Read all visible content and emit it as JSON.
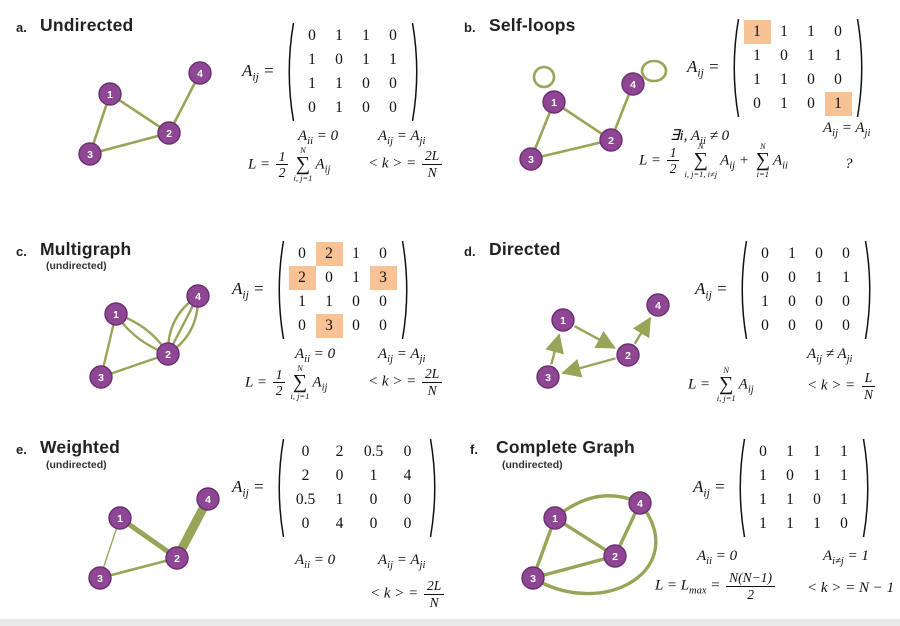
{
  "colors": {
    "node_fill": "#8f4694",
    "node_stroke": "#6b2f70",
    "edge": "#96a557",
    "highlight": "#f9c294",
    "title": "#222222",
    "math": "#111111"
  },
  "node_labels": [
    "1",
    "2",
    "3",
    "4"
  ],
  "matrix_label_tokens": [
    {
      "t": "txt",
      "v": "A"
    },
    {
      "t": "sub",
      "v": "ij"
    },
    {
      "t": "txt",
      "v": " ="
    }
  ],
  "panels": [
    {
      "letter": "a.",
      "title": "Undirected",
      "subtitle": "",
      "matrix": [
        [
          "0",
          "1",
          "1",
          "0"
        ],
        [
          "1",
          "0",
          "1",
          "1"
        ],
        [
          "1",
          "1",
          "0",
          "0"
        ],
        [
          "0",
          "1",
          "0",
          "0"
        ]
      ],
      "highlights": [],
      "eqs": [
        [
          {
            "t": "txt",
            "v": "A"
          },
          {
            "t": "sub",
            "v": "ii"
          },
          {
            "t": "txt",
            "v": " = 0"
          }
        ],
        [
          {
            "t": "txt",
            "v": "A"
          },
          {
            "t": "sub",
            "v": "ij"
          },
          {
            "t": "txt",
            "v": " = A"
          },
          {
            "t": "sub",
            "v": "ji"
          }
        ],
        [
          {
            "t": "txt",
            "v": "L = "
          },
          {
            "t": "frac",
            "n": "1",
            "d": "2"
          },
          {
            "t": "sum",
            "s": "∑",
            "a": "N",
            "b": "i, j=1"
          },
          {
            "t": "txt",
            "v": "A"
          },
          {
            "t": "sub",
            "v": "ij"
          }
        ],
        [
          {
            "t": "txt",
            "v": "< k > = "
          },
          {
            "t": "frac",
            "n": "2L",
            "d": "N"
          }
        ]
      ]
    },
    {
      "letter": "b.",
      "title": "Self-loops",
      "subtitle": "",
      "matrix": [
        [
          "1",
          "1",
          "1",
          "0"
        ],
        [
          "1",
          "0",
          "1",
          "1"
        ],
        [
          "1",
          "1",
          "0",
          "0"
        ],
        [
          "0",
          "1",
          "0",
          "1"
        ]
      ],
      "highlights": [
        [
          0,
          0
        ],
        [
          3,
          3
        ]
      ],
      "eqs": [
        [
          {
            "t": "txt",
            "v": "∃i, A"
          },
          {
            "t": "sub",
            "v": "ii"
          },
          {
            "t": "txt",
            "v": " ≠ 0"
          }
        ],
        [
          {
            "t": "txt",
            "v": "A"
          },
          {
            "t": "sub",
            "v": "ij"
          },
          {
            "t": "txt",
            "v": " = A"
          },
          {
            "t": "sub",
            "v": "ji"
          }
        ],
        [
          {
            "t": "txt",
            "v": "L = "
          },
          {
            "t": "frac",
            "n": "1",
            "d": "2"
          },
          {
            "t": "sum",
            "s": "∑",
            "a": "N",
            "b": "i, j=1, i≠j"
          },
          {
            "t": "txt",
            "v": "A"
          },
          {
            "t": "sub",
            "v": "ij"
          },
          {
            "t": "txt",
            "v": " + "
          },
          {
            "t": "sum",
            "s": "∑",
            "a": "N",
            "b": "i=1"
          },
          {
            "t": "txt",
            "v": "A"
          },
          {
            "t": "sub",
            "v": "ii"
          }
        ],
        [
          {
            "t": "txt",
            "v": "?"
          }
        ]
      ]
    },
    {
      "letter": "c.",
      "title": "Multigraph",
      "subtitle": "(undirected)",
      "matrix": [
        [
          "0",
          "2",
          "1",
          "0"
        ],
        [
          "2",
          "0",
          "1",
          "3"
        ],
        [
          "1",
          "1",
          "0",
          "0"
        ],
        [
          "0",
          "3",
          "0",
          "0"
        ]
      ],
      "highlights": [
        [
          0,
          1
        ],
        [
          1,
          0
        ],
        [
          1,
          3
        ],
        [
          3,
          1
        ]
      ],
      "eqs": [
        [
          {
            "t": "txt",
            "v": "A"
          },
          {
            "t": "sub",
            "v": "ii"
          },
          {
            "t": "txt",
            "v": " = 0"
          }
        ],
        [
          {
            "t": "txt",
            "v": "A"
          },
          {
            "t": "sub",
            "v": "ij"
          },
          {
            "t": "txt",
            "v": " = A"
          },
          {
            "t": "sub",
            "v": "ji"
          }
        ],
        [
          {
            "t": "txt",
            "v": "L = "
          },
          {
            "t": "frac",
            "n": "1",
            "d": "2"
          },
          {
            "t": "sum",
            "s": "∑",
            "a": "N",
            "b": "i, j=1"
          },
          {
            "t": "txt",
            "v": "A"
          },
          {
            "t": "sub",
            "v": "ij"
          }
        ],
        [
          {
            "t": "txt",
            "v": "< k > = "
          },
          {
            "t": "frac",
            "n": "2L",
            "d": "N"
          }
        ]
      ]
    },
    {
      "letter": "d.",
      "title": "Directed",
      "subtitle": "",
      "matrix": [
        [
          "0",
          "1",
          "0",
          "0"
        ],
        [
          "0",
          "0",
          "1",
          "1"
        ],
        [
          "1",
          "0",
          "0",
          "0"
        ],
        [
          "0",
          "0",
          "0",
          "0"
        ]
      ],
      "highlights": [],
      "eqs": [
        [
          {
            "t": "txt",
            "v": "A"
          },
          {
            "t": "sub",
            "v": "ij"
          },
          {
            "t": "txt",
            "v": " ≠ A"
          },
          {
            "t": "sub",
            "v": "ji"
          }
        ],
        [
          {
            "t": "txt",
            "v": "L = "
          },
          {
            "t": "sum",
            "s": "∑",
            "a": "N",
            "b": "i, j=1"
          },
          {
            "t": "txt",
            "v": "A"
          },
          {
            "t": "sub",
            "v": "ij"
          }
        ],
        [
          {
            "t": "txt",
            "v": "< k > = "
          },
          {
            "t": "frac",
            "n": "L",
            "d": "N"
          }
        ]
      ]
    },
    {
      "letter": "e.",
      "title": "Weighted",
      "subtitle": "(undirected)",
      "matrix": [
        [
          "0",
          "2",
          "0.5",
          "0"
        ],
        [
          "2",
          "0",
          "1",
          "4"
        ],
        [
          "0.5",
          "1",
          "0",
          "0"
        ],
        [
          "0",
          "4",
          "0",
          "0"
        ]
      ],
      "highlights": [],
      "eqs": [
        [
          {
            "t": "txt",
            "v": "A"
          },
          {
            "t": "sub",
            "v": "ii"
          },
          {
            "t": "txt",
            "v": " = 0"
          }
        ],
        [
          {
            "t": "txt",
            "v": "A"
          },
          {
            "t": "sub",
            "v": "ij"
          },
          {
            "t": "txt",
            "v": " = A"
          },
          {
            "t": "sub",
            "v": "ji"
          }
        ],
        [
          {
            "t": "txt",
            "v": "< k > = "
          },
          {
            "t": "frac",
            "n": "2L",
            "d": "N"
          }
        ]
      ]
    },
    {
      "letter": "f.",
      "title": "Complete Graph",
      "subtitle": "(undirected)",
      "matrix": [
        [
          "0",
          "1",
          "1",
          "1"
        ],
        [
          "1",
          "0",
          "1",
          "1"
        ],
        [
          "1",
          "1",
          "0",
          "1"
        ],
        [
          "1",
          "1",
          "1",
          "0"
        ]
      ],
      "highlights": [],
      "eqs": [
        [
          {
            "t": "txt",
            "v": "A"
          },
          {
            "t": "sub",
            "v": "ii"
          },
          {
            "t": "txt",
            "v": " = 0"
          }
        ],
        [
          {
            "t": "txt",
            "v": "A"
          },
          {
            "t": "sub",
            "v": "i≠j"
          },
          {
            "t": "txt",
            "v": " = 1"
          }
        ],
        [
          {
            "t": "txt",
            "v": "L = L"
          },
          {
            "t": "sub",
            "v": "max"
          },
          {
            "t": "txt",
            "v": " = "
          },
          {
            "t": "frac",
            "n": "N(N−1)",
            "d": "2"
          }
        ],
        [
          {
            "t": "txt",
            "v": "< k > = N − 1"
          }
        ]
      ]
    }
  ]
}
